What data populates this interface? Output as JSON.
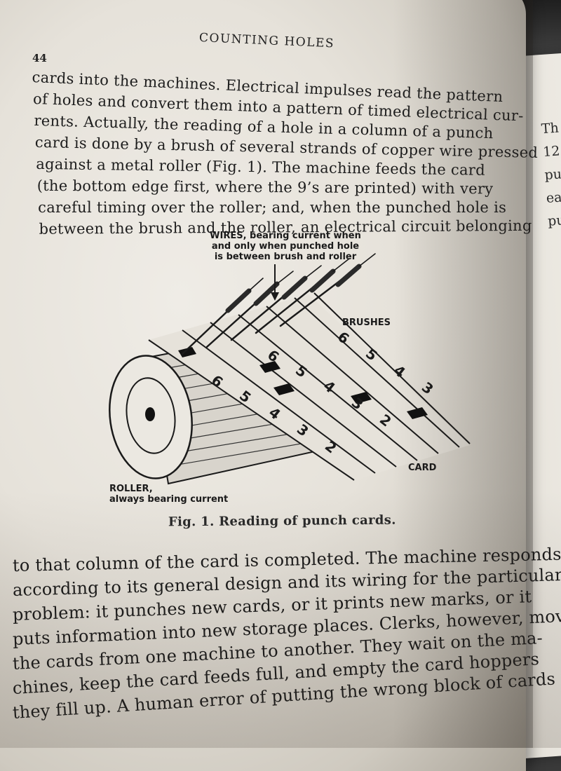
{
  "book": {
    "running_head": "COUNTING HOLES",
    "page_number": "44",
    "top_paragraph": [
      "cards into the machines.  Electrical impulses read the pattern",
      "of holes and convert them into a pattern of timed electrical cur-",
      "rents.  Actually, the reading of a hole in a column of a punch",
      "card is done by a brush of several strands of copper wire pressed",
      "against a metal roller (Fig. 1).  The machine feeds the card",
      "(the bottom edge first, where the 9’s are printed) with very",
      "careful timing over the roller; and, when the punched hole is",
      "between the brush and the roller, an electrical circuit belonging"
    ],
    "figure": {
      "wires_label": [
        "WIRES, bearing current when",
        "and only when punched hole",
        "is between brush and roller"
      ],
      "brushes_label": "BRUSHES",
      "card_label": "CARD",
      "roller_label": [
        "ROLLER,",
        "always bearing current"
      ],
      "card_digits": [
        "6",
        "5",
        "4",
        "3",
        "2"
      ],
      "caption": "Fig. 1.  Reading of punch cards."
    },
    "bottom_paragraph": [
      "to that column of the card is completed.  The machine responds",
      "according to its general design and its wiring for the particular",
      "problem: it punches new cards, or it prints new marks, or it",
      "puts information into new storage places.  Clerks, however, move",
      "the cards from one machine to another.  They wait on the ma-",
      "chines, keep the card feeds full, and empty the card hoppers",
      "they fill up.  A human error of putting the wrong block of cards"
    ],
    "right_page_fragments": [
      "Th",
      "12",
      "pun",
      "eac",
      "pu"
    ]
  },
  "colors": {
    "paper": "#e8e4dc",
    "ink": "#1d1d1d",
    "background": "#3a3a3a"
  }
}
